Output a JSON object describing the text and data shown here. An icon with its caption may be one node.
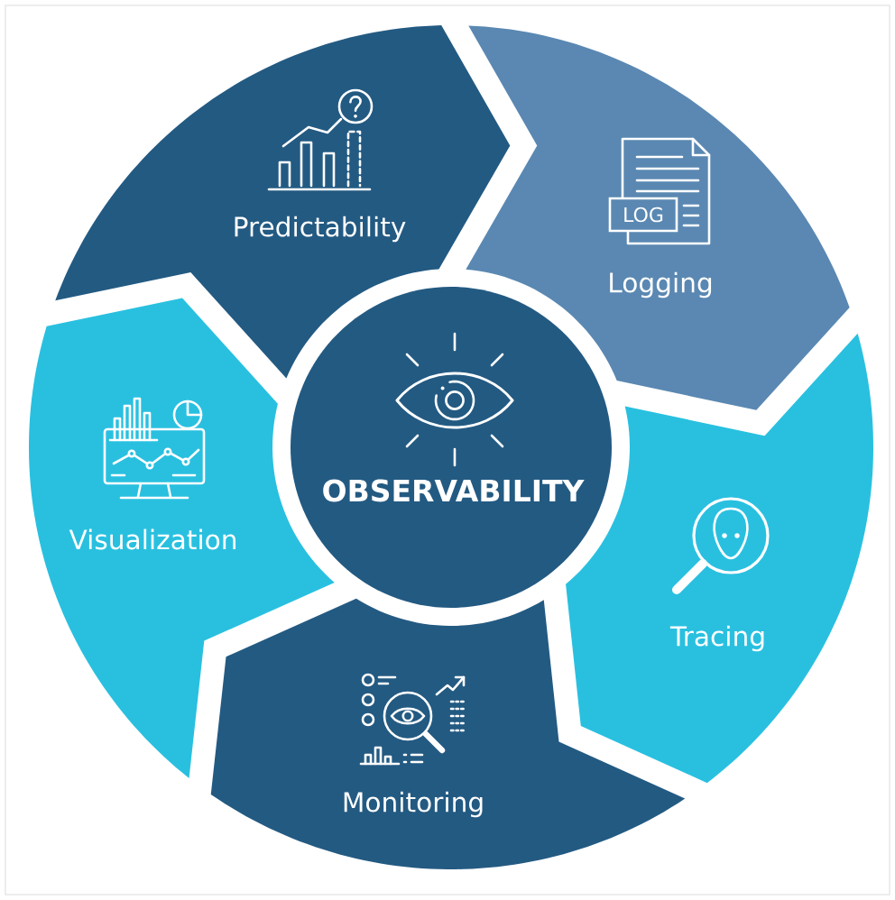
{
  "diagram": {
    "nodes": [
      {
        "text": [
          "Predictability"
        ]
      },
      {
        "text": [
          "Logging"
        ]
      },
      {
        "text": [
          "OBSERVABILITY"
        ]
      },
      {
        "text": [
          "Visualization"
        ]
      },
      {
        "text": [
          "Tracing"
        ]
      },
      {
        "text": [
          "Monitoring"
        ]
      }
    ],
    "labels": [
      "LOG"
    ]
  }
}
